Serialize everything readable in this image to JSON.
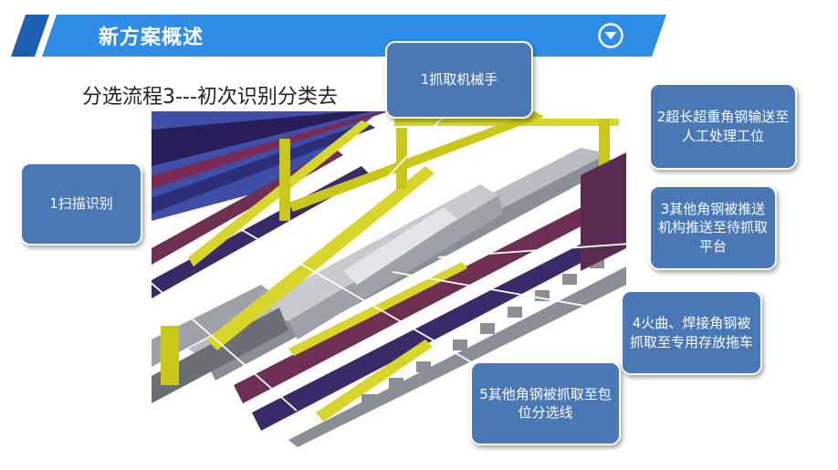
{
  "header": {
    "title": "新方案概述",
    "icon": "chevron-down-circle-icon",
    "colors": {
      "band": "#2f8de8",
      "stripe_dark": "#1d5fb0",
      "stripe_light": "#3f9bf0"
    }
  },
  "subtitle": "分选流程3---初次识别分类去",
  "callouts": {
    "gripper": "1抓取机械手",
    "overlong": "2超长超重角钢输送至人工处理工位",
    "scan": "1扫描识别",
    "push": "3其他角钢被推送机构推送至待抓取平台",
    "fire_bent": "4火曲、焊接角钢被抓取至专用存放拖车",
    "sort_line": "5其他角钢被抓取至包位分选线"
  },
  "colors": {
    "callout": "#4a78b5",
    "frame": "#d8d62a",
    "rail": "#3a2a6a",
    "floor": "#6f2f53"
  }
}
